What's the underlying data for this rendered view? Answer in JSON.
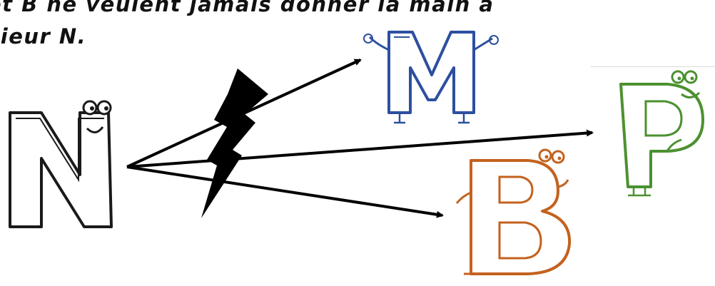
{
  "caption": {
    "line1": "et B ne veulent jamais donner la main à",
    "line2": "sieur N."
  },
  "letters": {
    "n": {
      "label": "N",
      "color": "#1a1a1a"
    },
    "m": {
      "label": "M",
      "color": "#2d4fa0"
    },
    "p": {
      "label": "P",
      "color": "#4c9130"
    },
    "b": {
      "label": "B",
      "color": "#c4621e"
    }
  },
  "colors": {
    "arrow": "#000000",
    "lightning": "#000000"
  }
}
